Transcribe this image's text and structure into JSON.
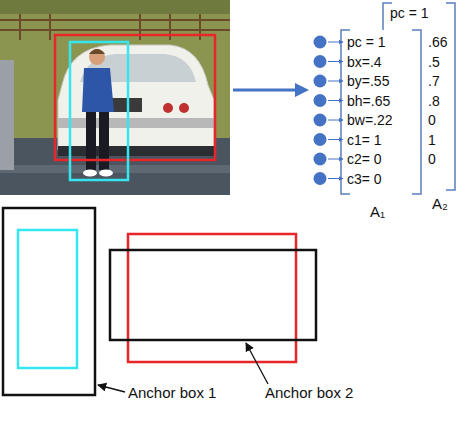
{
  "diagram": {
    "labels": [
      "pc = 1",
      "pc = 1",
      ".66",
      "bx=.4",
      ".5",
      "by=.55",
      ".7",
      "bh=.65",
      ".8",
      "bw=.22",
      "0",
      "c1= 1",
      "1",
      "c2= 0",
      "0",
      "c3= 0",
      "A₁",
      "A₂",
      "Anchor box 1",
      "Anchor box 2"
    ]
  }
}
